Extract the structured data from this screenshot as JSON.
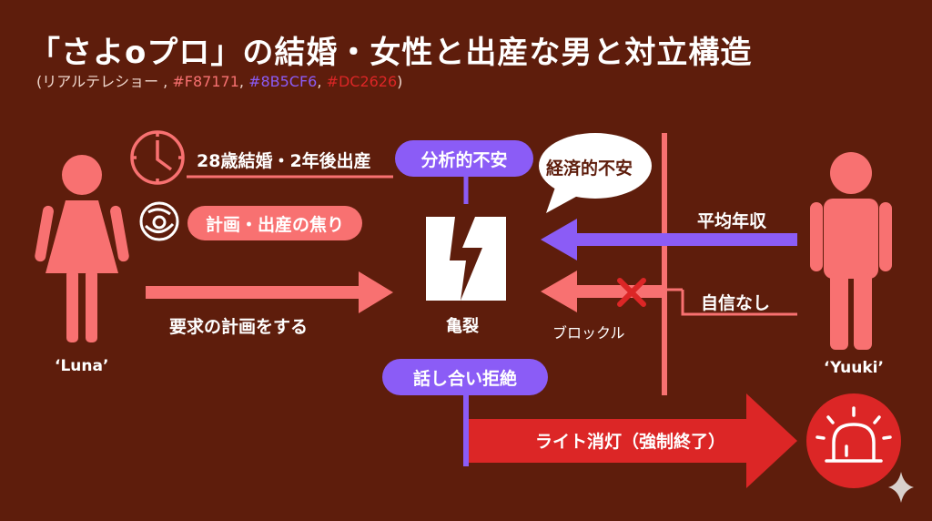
{
  "title": "「さよoプロ」の結婚・女性と出産な男と対立構造",
  "subtitle": {
    "prefix": "(リアルテレショー ,",
    "color1": "#F87171",
    "sep1": ",",
    "color2": "#8B5CF6",
    "sep2": ",",
    "color3": "#DC2626",
    "suffix": ")"
  },
  "colors": {
    "background": "#5e1d0c",
    "coral": "#F87171",
    "purple": "#8B5CF6",
    "red": "#DC2626"
  },
  "labels": {
    "marriage_plan": "28歳結婚・2年後出産",
    "anxiety_plan": "計画・出産の焦り",
    "demand_plan": "要求の計画をする",
    "analytical_anxiety": "分析的不安",
    "economic_anxiety": "経済的不安",
    "crack": "亀裂",
    "block": "ブロックル",
    "avg_income": "平均年収",
    "no_confidence": "自信なし",
    "refuse_talk": "話し合い拒絶",
    "lights_out": "ライト消灯（強制終了）"
  },
  "people": {
    "left_name": "‘Luna’",
    "right_name": "‘Yuuki’"
  },
  "icons": [
    "clock-icon",
    "baby-icon",
    "broken-heart-icon",
    "block-x-icon",
    "alarm-light-icon",
    "sparkle-icon",
    "female-figure-icon",
    "male-figure-icon"
  ]
}
